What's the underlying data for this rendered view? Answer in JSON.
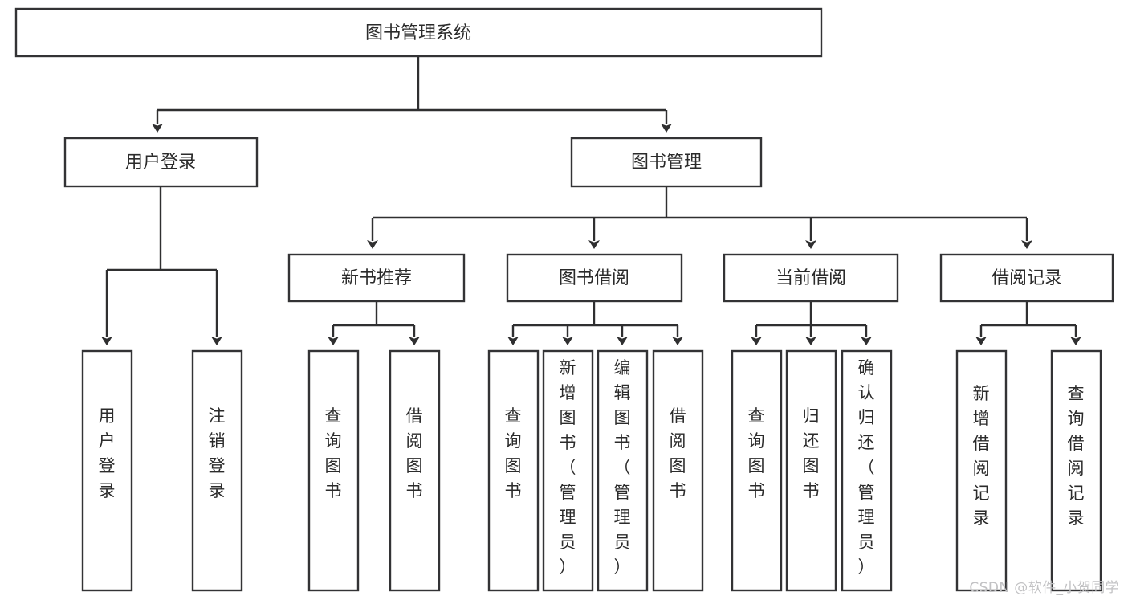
{
  "diagram": {
    "type": "tree-hierarchy-chart",
    "title": "图书管理系统",
    "watermark": "CSDN @软件_小贺同学",
    "colors": {
      "background": "#ffffff",
      "box_stroke": "#333335",
      "box_fill": "#ffffff",
      "text": "#2b2b2b",
      "connector": "#2f2f30",
      "watermark": "#c2c2c4"
    },
    "nodes": {
      "root": {
        "label": "图书管理系统",
        "level": 1,
        "orientation": "horizontal"
      },
      "level2": [
        {
          "id": "user-login",
          "label": "用户登录",
          "orientation": "horizontal"
        },
        {
          "id": "book-management",
          "label": "图书管理",
          "orientation": "horizontal"
        }
      ],
      "level3": [
        {
          "id": "new-book-recommend",
          "label": "新书推荐",
          "orientation": "horizontal",
          "parent": "book-management"
        },
        {
          "id": "book-borrow",
          "label": "图书借阅",
          "orientation": "horizontal",
          "parent": "book-management"
        },
        {
          "id": "current-borrow",
          "label": "当前借阅",
          "orientation": "horizontal",
          "parent": "book-management"
        },
        {
          "id": "borrow-record",
          "label": "借阅记录",
          "orientation": "horizontal",
          "parent": "book-management"
        }
      ],
      "leaves": [
        {
          "id": "leaf-user-login",
          "parent": "user-login",
          "orientation": "vertical",
          "chars": [
            "用",
            "户",
            "登",
            "录"
          ]
        },
        {
          "id": "leaf-logout",
          "parent": "user-login",
          "orientation": "vertical",
          "chars": [
            "注",
            "销",
            "登",
            "录"
          ]
        },
        {
          "id": "leaf-query-book-1",
          "parent": "new-book-recommend",
          "orientation": "vertical",
          "chars": [
            "查",
            "询",
            "图",
            "书"
          ]
        },
        {
          "id": "leaf-borrow-book-1",
          "parent": "new-book-recommend",
          "orientation": "vertical",
          "chars": [
            "借",
            "阅",
            "图",
            "书"
          ]
        },
        {
          "id": "leaf-query-book-2",
          "parent": "book-borrow",
          "orientation": "vertical",
          "chars": [
            "查",
            "询",
            "图",
            "书"
          ]
        },
        {
          "id": "leaf-add-book-admin",
          "parent": "book-borrow",
          "orientation": "vertical",
          "chars": [
            "新",
            "增",
            "图",
            "书",
            "（",
            "管",
            "理",
            "员",
            "）"
          ]
        },
        {
          "id": "leaf-edit-book-admin",
          "parent": "book-borrow",
          "orientation": "vertical",
          "chars": [
            "编",
            "辑",
            "图",
            "书",
            "（",
            "管",
            "理",
            "员",
            "）"
          ]
        },
        {
          "id": "leaf-borrow-book-2",
          "parent": "book-borrow",
          "orientation": "vertical",
          "chars": [
            "借",
            "阅",
            "图",
            "书"
          ]
        },
        {
          "id": "leaf-query-book-3",
          "parent": "current-borrow",
          "orientation": "vertical",
          "chars": [
            "查",
            "询",
            "图",
            "书"
          ]
        },
        {
          "id": "leaf-return-book",
          "parent": "current-borrow",
          "orientation": "vertical",
          "chars": [
            "归",
            "还",
            "图",
            "书"
          ]
        },
        {
          "id": "leaf-confirm-return",
          "parent": "current-borrow",
          "orientation": "vertical",
          "chars": [
            "确",
            "认",
            "归",
            "还",
            "（",
            "管",
            "理",
            "员",
            "）"
          ]
        },
        {
          "id": "leaf-add-record",
          "parent": "borrow-record",
          "orientation": "vertical",
          "chars": [
            "新",
            "增",
            "借",
            "阅",
            "记",
            "录"
          ]
        },
        {
          "id": "leaf-query-record",
          "parent": "borrow-record",
          "orientation": "vertical",
          "chars": [
            "查",
            "询",
            "借",
            "阅",
            "记",
            "录"
          ]
        }
      ],
      "labels_plain": {
        "root": "图书管理系统",
        "user_login": "用户登录",
        "book_management": "图书管理",
        "new_book_recommend": "新书推荐",
        "book_borrow": "图书借阅",
        "current_borrow": "当前借阅",
        "borrow_record": "借阅记录",
        "leaf_user_login": "用户登录",
        "leaf_logout": "注销登录",
        "leaf_query_book": "查询图书",
        "leaf_borrow_book": "借阅图书",
        "leaf_add_book_admin": "新增图书（管理员）",
        "leaf_edit_book_admin": "编辑图书（管理员）",
        "leaf_return_book": "归还图书",
        "leaf_confirm_return": "确认归还（管理员）",
        "leaf_add_record": "新增借阅记录",
        "leaf_query_record": "查询借阅记录"
      }
    }
  }
}
